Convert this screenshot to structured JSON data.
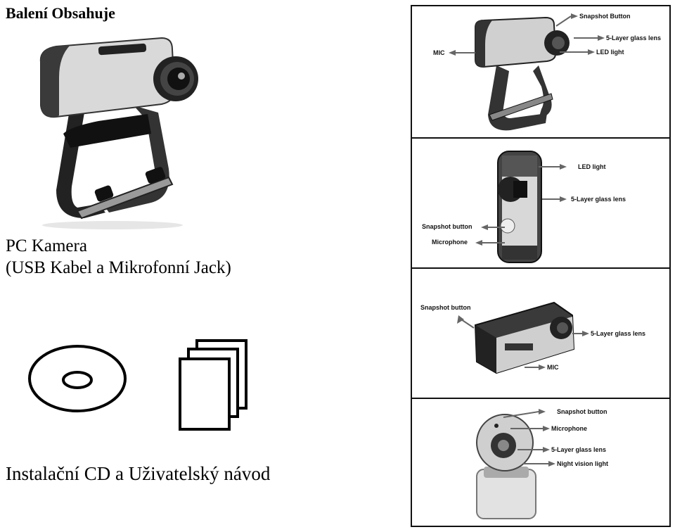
{
  "heading": "Balení Obsahuje",
  "camera": {
    "line1": "PC Kamera",
    "line2": "(USB Kabel a Mikrofonní Jack)"
  },
  "cd_manual": "Instalační CD a Uživatelský návod",
  "panels": [
    {
      "labels": [
        "Snapshot Button",
        "5-Layer glass lens",
        "LED light",
        "MIC"
      ]
    },
    {
      "labels": [
        "LED light",
        "5-Layer glass lens",
        "Snapshot button",
        "Microphone"
      ]
    },
    {
      "labels": [
        "Snapshot button",
        "5-Layer glass lens",
        "MIC"
      ]
    },
    {
      "labels": [
        "Snapshot button",
        "Microphone",
        "5-Layer glass lens",
        "Night vision light"
      ]
    }
  ]
}
